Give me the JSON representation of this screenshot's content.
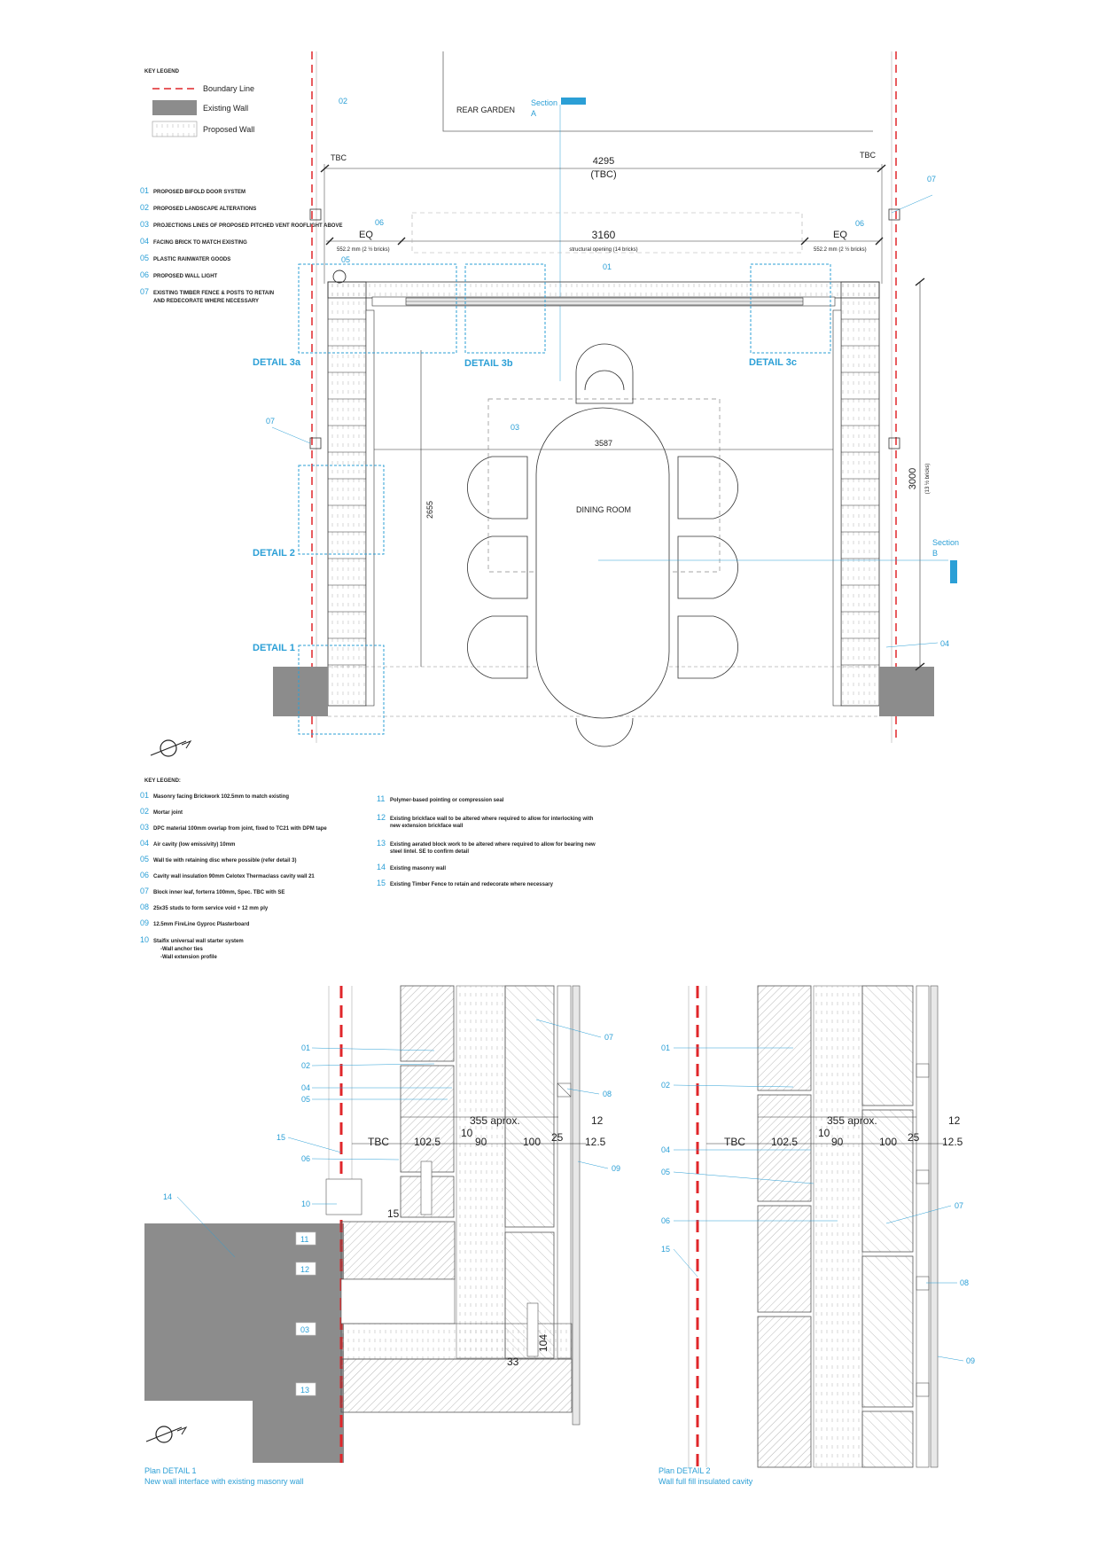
{
  "top_legend": {
    "title": "KEY LEGEND",
    "boundary": "Boundary Line",
    "existing": "Existing Wall",
    "proposed": "Proposed Wall"
  },
  "plan_notes": [
    {
      "num": "01",
      "text": "PROPOSED BIFOLD DOOR SYSTEM"
    },
    {
      "num": "02",
      "text": "PROPOSED LANDSCAPE ALTERATIONS"
    },
    {
      "num": "03",
      "text": "PROJECTIONS LINES OF PROPOSED PITCHED VENT ROOFLIGHT ABOVE"
    },
    {
      "num": "04",
      "text": "FACING BRICK TO MATCH EXISTING"
    },
    {
      "num": "05",
      "text": "PLASTIC RAINWATER GOODS"
    },
    {
      "num": "06",
      "text": "PROPOSED WALL LIGHT"
    },
    {
      "num": "07",
      "text": "EXISTING TIMBER FENCE & POSTS TO RETAIN",
      "text2": "AND REDECORATE WHERE NECESSARY"
    }
  ],
  "plan": {
    "rear_garden": "REAR GARDEN",
    "section_a": "Section",
    "section_a2": "A",
    "section_b": "Section",
    "section_b2": "B",
    "dining": "DINING ROOM",
    "dim_4295": "4295",
    "dim_tbc_paren": "(TBC)",
    "tbc_left": "TBC",
    "tbc_right": "TBC",
    "dim_3160": "3160",
    "structural": "structural opening (14 bricks)",
    "eq_left": "EQ",
    "eq_right": "EQ",
    "brick_left": "552.2 mm (2 ½ bricks)",
    "brick_right": "552.2 mm (2 ½ bricks)",
    "dim_3587": "3587",
    "dim_2655": "2655",
    "dim_3000": "3000",
    "dim_3000_sub": "(13 ½ bricks)",
    "tag_02": "02",
    "tag_07_r": "07",
    "tag_06_l": "06",
    "tag_06_r": "06",
    "tag_05": "05",
    "tag_01": "01",
    "tag_03": "03",
    "tag_07_l": "07",
    "tag_04": "04",
    "detail_3a": "DETAIL 3a",
    "detail_3b": "DETAIL 3b",
    "detail_3c": "DETAIL 3c",
    "detail_2": "DETAIL 2",
    "detail_1": "DETAIL 1"
  },
  "detail_legend_title": "KEY LEGEND:",
  "detail_legend_left": [
    {
      "num": "01",
      "text": "Masonry facing Brickwork 102.5mm to match existing"
    },
    {
      "num": "02",
      "text": "Mortar joint"
    },
    {
      "num": "03",
      "text": "DPC material 100mm overlap from joint, fixed to TC21 with DPM tape"
    },
    {
      "num": "04",
      "text": "Air cavity (low emissivity) 10mm"
    },
    {
      "num": "05",
      "text": "Wall tie with retaining disc where possible (refer detail 3)"
    },
    {
      "num": "06",
      "text": "Cavity wall insulation 90mm Celotex Thermaclass cavity wall 21"
    },
    {
      "num": "07",
      "text": "Block inner leaf, forterra 100mm, Spec. TBC with SE"
    },
    {
      "num": "08",
      "text": "25x35 studs to form service void + 12 mm ply"
    },
    {
      "num": "09",
      "text": "12.5mm FireLine Gyproc Plasterboard"
    },
    {
      "num": "10",
      "text": "Staifix universal wall starter system"
    }
  ],
  "detail_legend_sub": [
    "Wall anchor ties",
    "Wall extension profile"
  ],
  "detail_legend_right": [
    {
      "num": "11",
      "text": "Polymer-based pointing or compression seal"
    },
    {
      "num": "12",
      "text": "Existing brickface wall to be altered where required to allow for interlocking with",
      "text2": "new extension brickface wall"
    },
    {
      "num": "13",
      "text": "Existing aerated block work to be altered where required to allow for bearing new",
      "text2": "steel lintel. SE to confirm detail"
    },
    {
      "num": "14",
      "text": "Existing masonry wall"
    },
    {
      "num": "15",
      "text": "Existing Timber Fence to retain and redecorate where necessary"
    }
  ],
  "detail1": {
    "dim_355": "355 aprox.",
    "dim_tbc": "TBC",
    "dim_1025": "102.5",
    "dim_10": "10",
    "dim_90": "90",
    "dim_100": "100",
    "dim_25": "25",
    "dim_12": "12",
    "dim_125": "12.5",
    "dim_15": "15",
    "dim_33": "33",
    "dim_104": "104",
    "l01": "01",
    "l02": "02",
    "l04": "04",
    "l05": "05",
    "l15": "15",
    "l06": "06",
    "l14": "14",
    "l10": "10",
    "l07": "07",
    "l08": "08",
    "l09": "09",
    "b11": "11",
    "b12": "12",
    "b03": "03",
    "b13": "13",
    "title": "Plan DETAIL 1",
    "subtitle": "New wall interface with existing masonry wall"
  },
  "detail2": {
    "dim_355": "355 aprox.",
    "dim_tbc": "TBC",
    "dim_1025": "102.5",
    "dim_10": "10",
    "dim_90": "90",
    "dim_100": "100",
    "dim_25": "25",
    "dim_12": "12",
    "dim_125": "12.5",
    "l01": "01",
    "l02": "02",
    "l04": "04",
    "l05": "05",
    "l06": "06",
    "l15": "15",
    "l07": "07",
    "l08": "08",
    "l09": "09",
    "title": "Plan DETAIL 2",
    "subtitle": "Wall full fill insulated cavity"
  },
  "colors": {
    "boundary": "#e0262a",
    "accent": "#2b9fd6",
    "existing_wall": "#8c8c8c"
  }
}
